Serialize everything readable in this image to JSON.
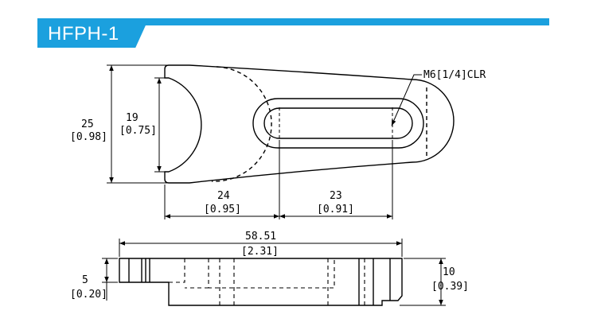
{
  "header": {
    "title": "HFPH-1",
    "accent_color": "#1ba0de"
  },
  "top_view": {
    "overall_height": {
      "mm": "25",
      "inch": "[0.98]"
    },
    "opening_height": {
      "mm": "19",
      "inch": "[0.75]"
    },
    "slot_offset": {
      "mm": "24",
      "inch": "[0.95]"
    },
    "slot_length": {
      "mm": "23",
      "inch": "[0.91]"
    },
    "hole_callout": "M6[1/4]CLR"
  },
  "side_view": {
    "overall_length": {
      "mm": "58.51",
      "inch": "[2.31]"
    },
    "thickness": {
      "mm": "5",
      "inch": "[0.20]"
    },
    "height": {
      "mm": "10",
      "inch": "[0.39]"
    }
  }
}
